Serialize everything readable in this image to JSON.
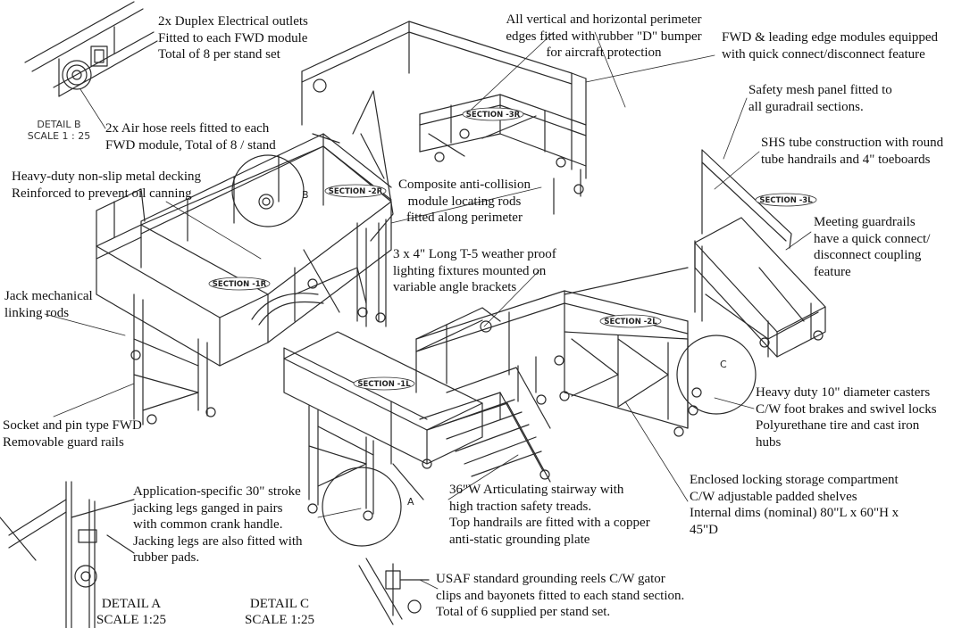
{
  "annotations": {
    "duplex_outlets": [
      "2x Duplex Electrical outlets",
      "Fitted to each FWD module",
      "Total of 8 per stand set"
    ],
    "air_hose_reels": [
      "2x Air hose reels fitted to each",
      "FWD module, Total of 8 / stand"
    ],
    "decking": [
      "Heavy-duty non-slip metal decking",
      "Reinforced to prevent oil canning"
    ],
    "jack_rods": [
      "Jack mechanical",
      "linking rods"
    ],
    "guard_rails": [
      "Socket and pin type FWD",
      "Removable guard rails"
    ],
    "jacking_legs": [
      "Application-specific 30\" stroke",
      "jacking legs ganged in pairs",
      "with common crank handle.",
      "Jacking legs are also fitted with",
      "rubber pads."
    ],
    "perimeter_bumper": [
      "All vertical and horizontal perimeter",
      "edges fitted with rubber \"D\" bumper",
      "for aircraft protection"
    ],
    "anti_collision": [
      "Composite anti-collision",
      "module locating rods",
      "fitted along perimeter"
    ],
    "lighting": [
      "3 x 4\" Long T-5 weather proof",
      "lighting fixtures mounted on",
      "variable angle brackets"
    ],
    "quick_connect": [
      "FWD & leading edge modules equipped",
      "with quick connect/disconnect feature"
    ],
    "safety_mesh": [
      "Safety mesh panel fitted to",
      "all guradrail sections."
    ],
    "shs_tube": [
      "SHS tube construction with round",
      "tube handrails and 4\" toeboards"
    ],
    "meeting_guardrails": [
      "Meeting guardrails",
      "have a quick connect/",
      "disconnect coupling",
      "feature"
    ],
    "casters": [
      "Heavy duty 10\" diameter casters",
      "C/W foot brakes and swivel locks",
      "Polyurethane tire and cast iron",
      "hubs"
    ],
    "storage": [
      "Enclosed locking storage compartment",
      "C/W adjustable padded shelves",
      "Internal dims (nominal) 80\"L x 60\"H x",
      "45\"D"
    ],
    "stairway": [
      "36\"W Articulating stairway with",
      "high traction safety treads.",
      "Top handrails are fitted with a copper",
      "anti-static grounding plate"
    ],
    "grounding_reels": [
      "USAF standard grounding reels C/W gator",
      "clips and bayonets fitted to each stand section.",
      "Total of 6 supplied per stand set."
    ]
  },
  "details": {
    "b": [
      "DETAIL B",
      "SCALE 1 : 25"
    ],
    "a": [
      "DETAIL A",
      "SCALE 1:25"
    ],
    "c": [
      "DETAIL C",
      "SCALE 1:25"
    ]
  },
  "sections": [
    "SECTION -3R",
    "SECTION -2R",
    "SECTION -1R",
    "SECTION -1L",
    "SECTION -2L",
    "SECTION -3L"
  ],
  "balloons": [
    "B",
    "A",
    "C"
  ]
}
